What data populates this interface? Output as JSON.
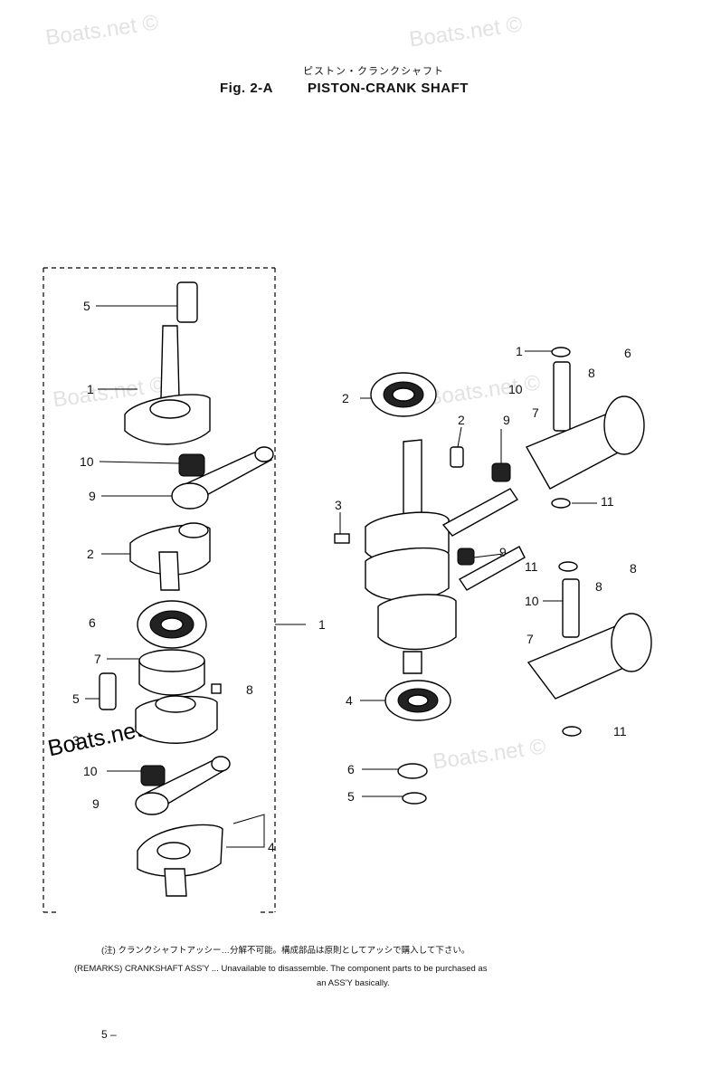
{
  "watermarks": [
    "Boats.net ©",
    "Boats.net ©",
    "Boats.net ©",
    "Boats.net ©",
    "Boats.net ©",
    "Boats.net ©"
  ],
  "header": {
    "japanese_title": "ピストン・クランクシャフト",
    "figure_number": "Fig. 2-A",
    "title": "PISTON-CRANK SHAFT"
  },
  "callouts": {
    "left": [
      "5",
      "1",
      "10",
      "9",
      "2",
      "6",
      "7",
      "5",
      "8",
      "3",
      "10",
      "9",
      "4",
      "1"
    ],
    "right": [
      "2",
      "3",
      "1",
      "8",
      "10",
      "6",
      "7",
      "2",
      "9",
      "11",
      "9",
      "11",
      "10",
      "8",
      "8",
      "7",
      "11",
      "4",
      "6",
      "5"
    ]
  },
  "remarks": {
    "japanese": "(注) クランクシャフトアッシー…分解不可能。構成部品は原則としてアッシで購入して下さい。",
    "english_line1": "(REMARKS) CRANKSHAFT ASS'Y ... Unavailable to disassemble. The component parts to be purchased as",
    "english_line2": "an ASS'Y basically."
  },
  "page_number": "5 –"
}
